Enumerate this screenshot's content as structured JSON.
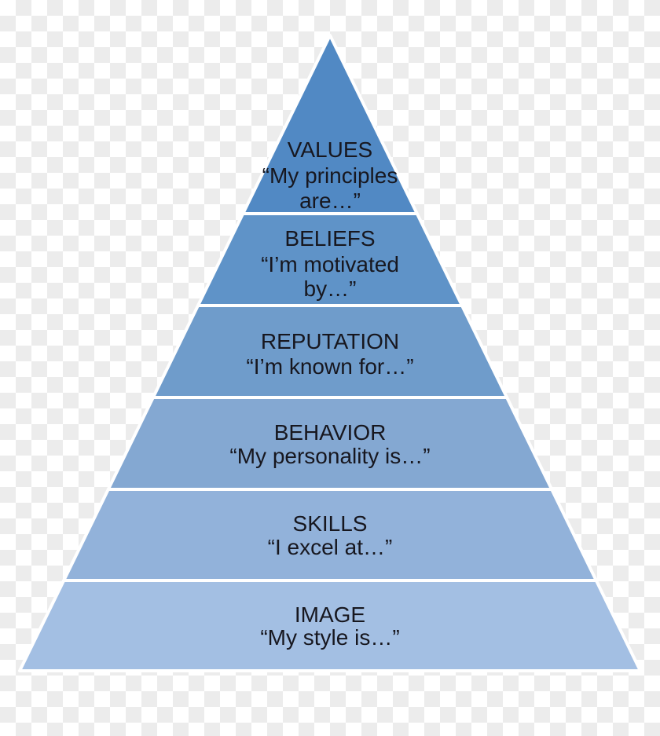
{
  "background": {
    "checker_light": "#ffffff",
    "checker_dark": "#ececec"
  },
  "pyramid": {
    "outline_color": "#ffffff",
    "text_color": "#17171f",
    "levels": [
      {
        "label": "VALUES",
        "quote_line1": "“My principles",
        "quote_line2": "are…”",
        "color": "#5189c4"
      },
      {
        "label": "BELIEFS",
        "quote_line1": "“I’m motivated",
        "quote_line2": "by…”",
        "color": "#5f93c8"
      },
      {
        "label": "REPUTATION",
        "quote_line1": "“I’m known for…”",
        "color": "#6f9ccb"
      },
      {
        "label": "BEHAVIOR",
        "quote_line1": "“My personality is…”",
        "color": "#84a8d2"
      },
      {
        "label": "SKILLS",
        "quote_line1": "“I excel at…”",
        "color": "#92b2da"
      },
      {
        "label": "IMAGE",
        "quote_line1": "“My style is…”",
        "color": "#a3bfe3"
      }
    ]
  }
}
